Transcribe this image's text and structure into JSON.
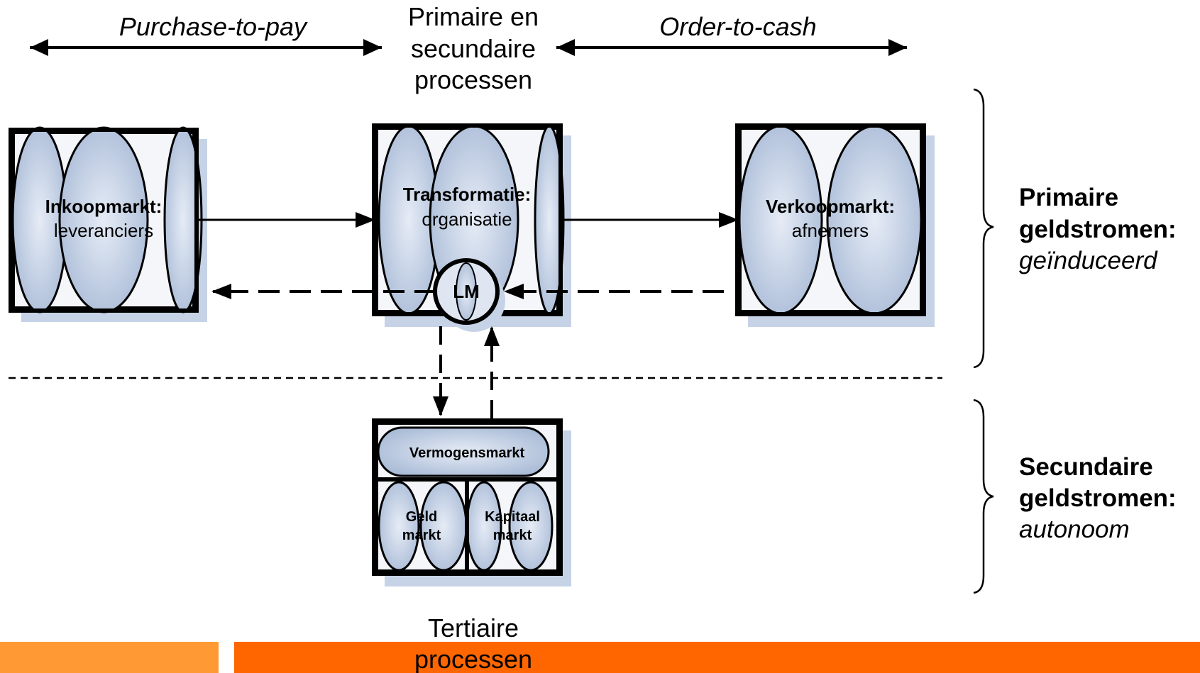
{
  "header": {
    "left_label": "Purchase-to-pay",
    "center_lines": [
      "Primaire en",
      "secundaire",
      "processen"
    ],
    "right_label": "Order-to-cash"
  },
  "boxes": {
    "inkoop": {
      "title": "Inkoopmarkt:",
      "subtitle": "leveranciers"
    },
    "transformatie": {
      "title": "Transformatie:",
      "subtitle": "organisatie"
    },
    "verkoop": {
      "title": "Verkoopmarkt:",
      "subtitle": "afnemers"
    }
  },
  "circle_label": "LM",
  "vermogen": {
    "top": "Vermogensmarkt",
    "left_lines": [
      "Geld",
      "markt"
    ],
    "right_lines": [
      "Kapitaal",
      "markt"
    ]
  },
  "side": {
    "primary": {
      "line1": "Primaire",
      "line2": "geldstromen:",
      "line3": "geïnduceerd"
    },
    "secondary": {
      "line1": "Secundaire",
      "line2": "geldstromen:",
      "line3": "autonoom"
    }
  },
  "footer": {
    "lines": [
      "Tertiaire",
      "processen"
    ]
  },
  "colors": {
    "box_fill": "#b4c4dc",
    "box_border": "#000000",
    "shadow": "#c6d2e6",
    "orange_light": "#ff9933",
    "orange_dark": "#ff6600"
  }
}
